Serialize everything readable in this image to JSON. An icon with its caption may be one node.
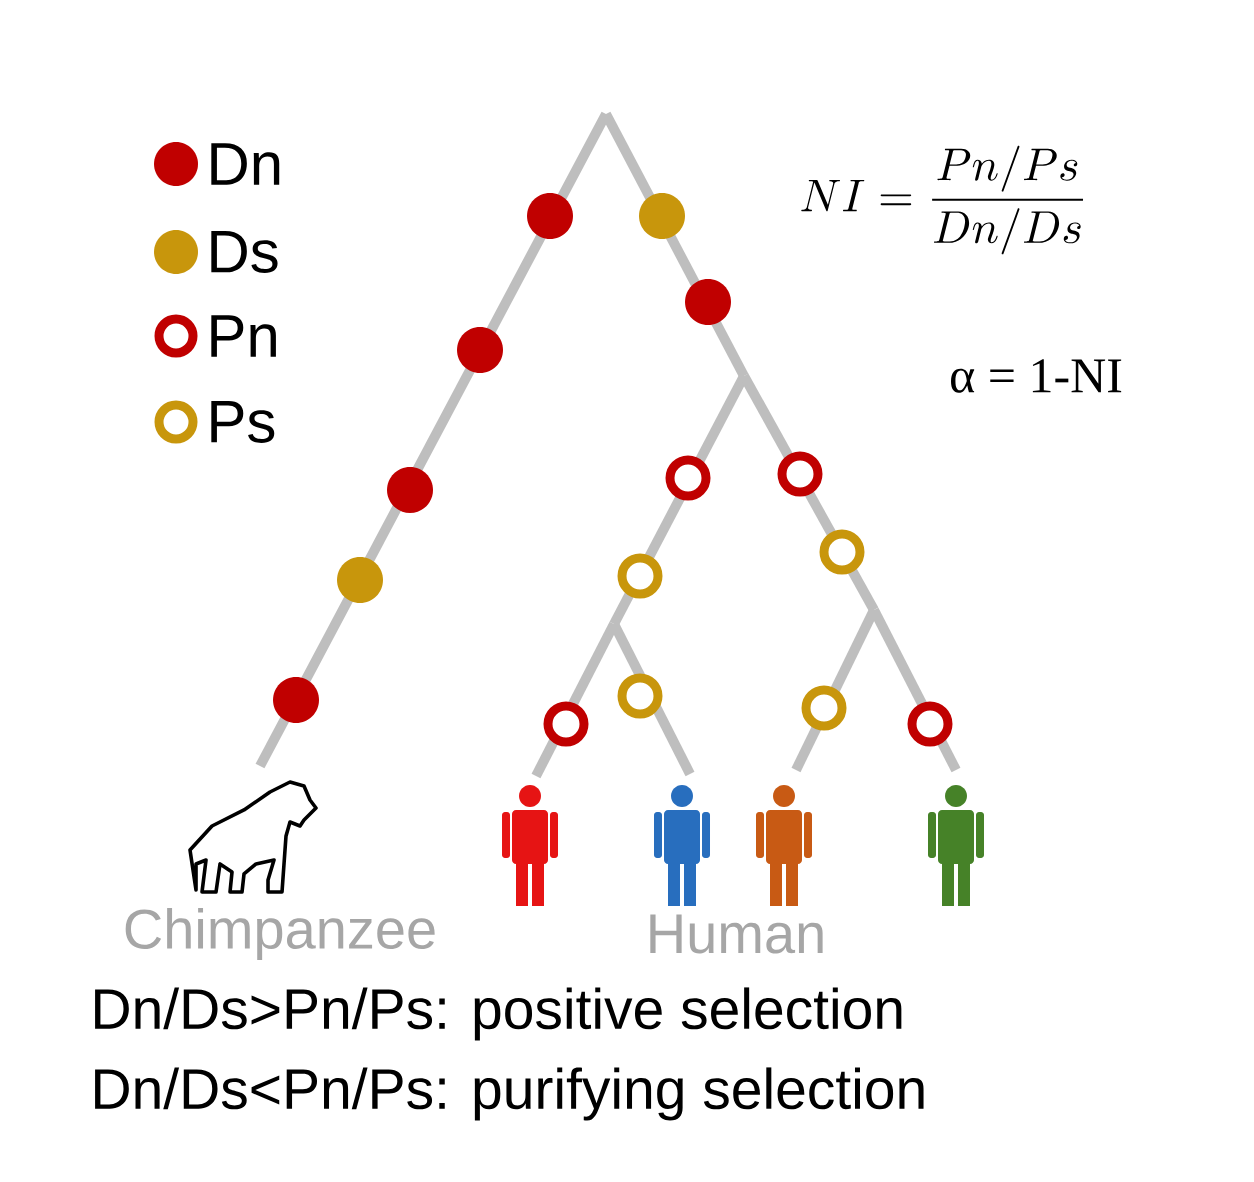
{
  "diagram": {
    "labels": [
      "NI = \\frac{Pn/Ps}{Dn/Ds}",
      "α = 1-NI",
      "Chimpanzee",
      "Human",
      "Dn/Ds>Pn/Ps: positive selection",
      "Dn/Ds<Pn/Ps: purifying selection"
    ],
    "legend": [
      {
        "text": "Dn",
        "color": "#c00000"
      },
      {
        "text": "Ds",
        "color": "#c8960c"
      },
      {
        "text": "Pn"
      },
      {
        "text": "Ps"
      }
    ]
  }
}
